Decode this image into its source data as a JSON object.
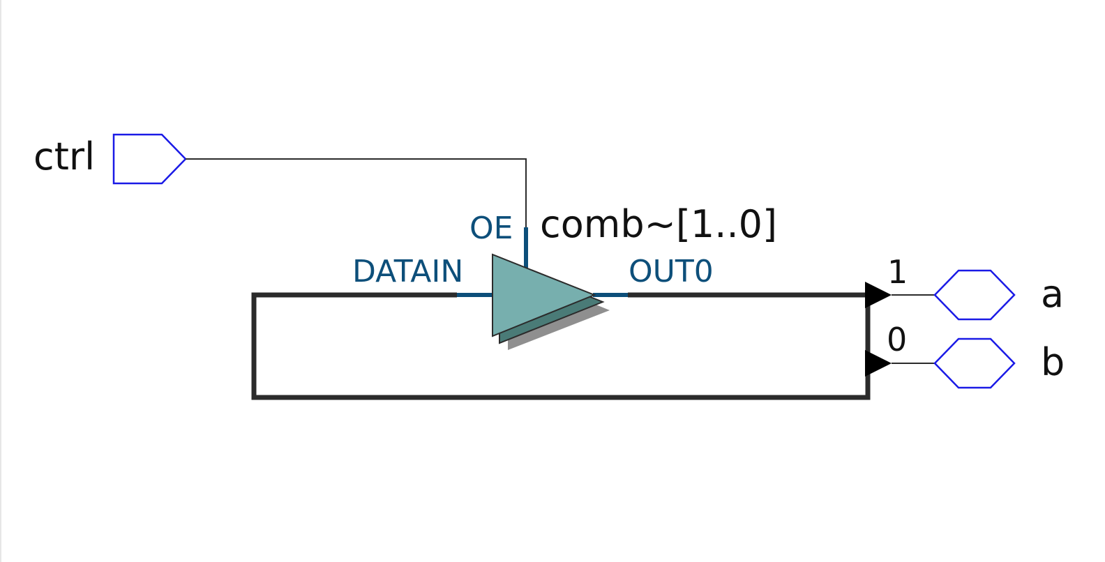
{
  "diagram": {
    "input_port": {
      "label": "ctrl"
    },
    "buffer": {
      "instance_label": "comb~[1..0]",
      "pin_oe": "OE",
      "pin_datain": "DATAIN",
      "pin_out": "OUT0",
      "fill_color": "#77afae",
      "shadow_color": "#4a7b77"
    },
    "bus_bits": {
      "bit_a": "1",
      "bit_b": "0"
    },
    "output_ports": [
      {
        "label": "a"
      },
      {
        "label": "b"
      }
    ],
    "colors": {
      "port_outline": "#1a1ae6",
      "wire": "#2b2b2b",
      "pin_stub": "#0d4f7a"
    }
  }
}
